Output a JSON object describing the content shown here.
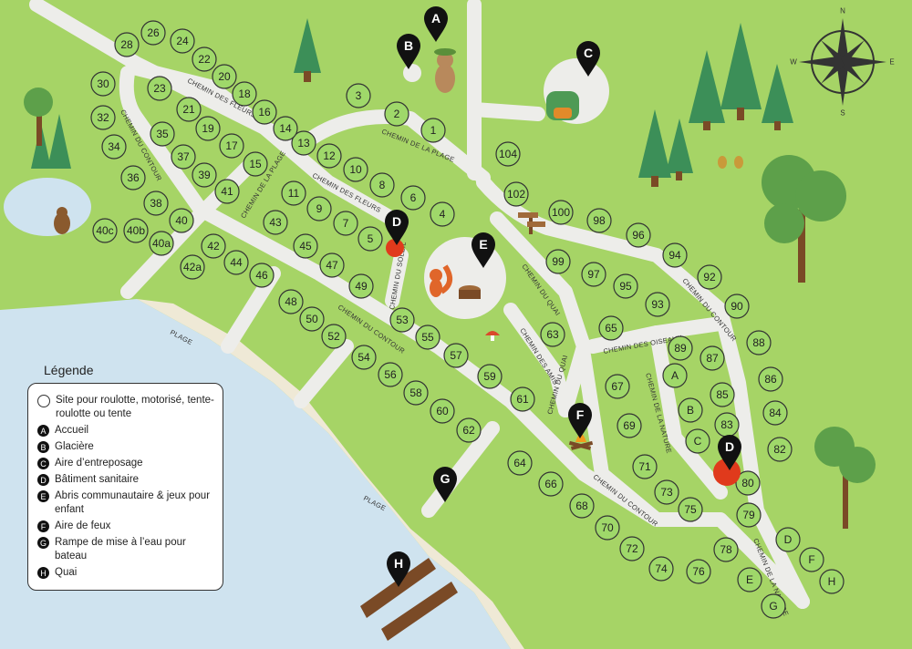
{
  "colors": {
    "grass": "#a6d466",
    "road": "#ededea",
    "water": "#cfe3ef",
    "sand": "#efe9d6",
    "site_fill": "#9fd86a",
    "pin": "#111111",
    "sanitary": "#e03a1c",
    "wood": "#7a4a26"
  },
  "road_labels": [
    {
      "id": "fleurs-a",
      "text": "CHEMIN DES FLEURS"
    },
    {
      "id": "fleurs-b",
      "text": "CHEMIN DES FLEURS"
    },
    {
      "id": "plage-a",
      "text": "CHEMIN DE LA PLAGE"
    },
    {
      "id": "plage-b",
      "text": "CHEMIN DE LA PLAGE"
    },
    {
      "id": "contour-a",
      "text": "CHEMIN DU CONTOUR"
    },
    {
      "id": "contour-b",
      "text": "CHEMIN DU CONTOUR"
    },
    {
      "id": "contour-c",
      "text": "CHEMIN DU CONTOUR"
    },
    {
      "id": "contour-d",
      "text": "CHEMIN DU CONTOUR"
    },
    {
      "id": "soleil",
      "text": "CHEMIN DU SOLEIL"
    },
    {
      "id": "quai-a",
      "text": "CHEMIN DU QUAI"
    },
    {
      "id": "quai-b",
      "text": "CHEMIN DU QUAI"
    },
    {
      "id": "amis",
      "text": "CHEMIN DES AMIS"
    },
    {
      "id": "oiseaux",
      "text": "CHEMIN DES OISEAUX"
    },
    {
      "id": "nature-a",
      "text": "CHEMIN DE LA NATURE"
    },
    {
      "id": "nature-b",
      "text": "CHEMIN DE LA NATURE"
    },
    {
      "id": "plage-area-a",
      "text": "PLAGE"
    },
    {
      "id": "plage-area-b",
      "text": "PLAGE"
    }
  ],
  "sites": [
    "1",
    "2",
    "3",
    "4",
    "5",
    "6",
    "7",
    "8",
    "9",
    "10",
    "11",
    "12",
    "13",
    "14",
    "15",
    "16",
    "17",
    "18",
    "19",
    "20",
    "21",
    "22",
    "23",
    "24",
    "26",
    "28",
    "30",
    "32",
    "34",
    "35",
    "36",
    "37",
    "38",
    "39",
    "40",
    "40a",
    "40b",
    "40c",
    "41",
    "42",
    "42a",
    "43",
    "44",
    "45",
    "46",
    "47",
    "48",
    "49",
    "50",
    "52",
    "53",
    "54",
    "55",
    "56",
    "57",
    "58",
    "59",
    "60",
    "61",
    "62",
    "63",
    "64",
    "65",
    "66",
    "67",
    "68",
    "69",
    "70",
    "71",
    "72",
    "73",
    "74",
    "75",
    "76",
    "78",
    "79",
    "80",
    "82",
    "83",
    "84",
    "85",
    "86",
    "87",
    "88",
    "89",
    "90",
    "92",
    "93",
    "94",
    "95",
    "96",
    "97",
    "98",
    "99",
    "100",
    "102",
    "104",
    "A",
    "B",
    "C",
    "D",
    "E",
    "F",
    "G",
    "H"
  ],
  "pins": [
    {
      "id": "A",
      "label": "A"
    },
    {
      "id": "B",
      "label": "B"
    },
    {
      "id": "C",
      "label": "C"
    },
    {
      "id": "D1",
      "label": "D"
    },
    {
      "id": "D2",
      "label": "D"
    },
    {
      "id": "E",
      "label": "E"
    },
    {
      "id": "F",
      "label": "F"
    },
    {
      "id": "G",
      "label": "G"
    },
    {
      "id": "H",
      "label": "H"
    }
  ],
  "compass": {
    "n": "N",
    "s": "S",
    "e": "E",
    "w": "W"
  },
  "legend": {
    "title": "Légende",
    "items": [
      {
        "badge": "",
        "text": "Site pour roulotte, motorisé, tente-roulotte ou tente"
      },
      {
        "badge": "A",
        "text": "Accueil"
      },
      {
        "badge": "B",
        "text": "Glacière"
      },
      {
        "badge": "C",
        "text": "Aire d’entreposage"
      },
      {
        "badge": "D",
        "text": "Bâtiment sanitaire"
      },
      {
        "badge": "E",
        "text": "Abris communautaire & jeux pour enfant"
      },
      {
        "badge": "F",
        "text": "Aire de feux"
      },
      {
        "badge": "G",
        "text": "Rampe de mise à l’eau pour bateau"
      },
      {
        "badge": "H",
        "text": "Quai"
      }
    ]
  }
}
